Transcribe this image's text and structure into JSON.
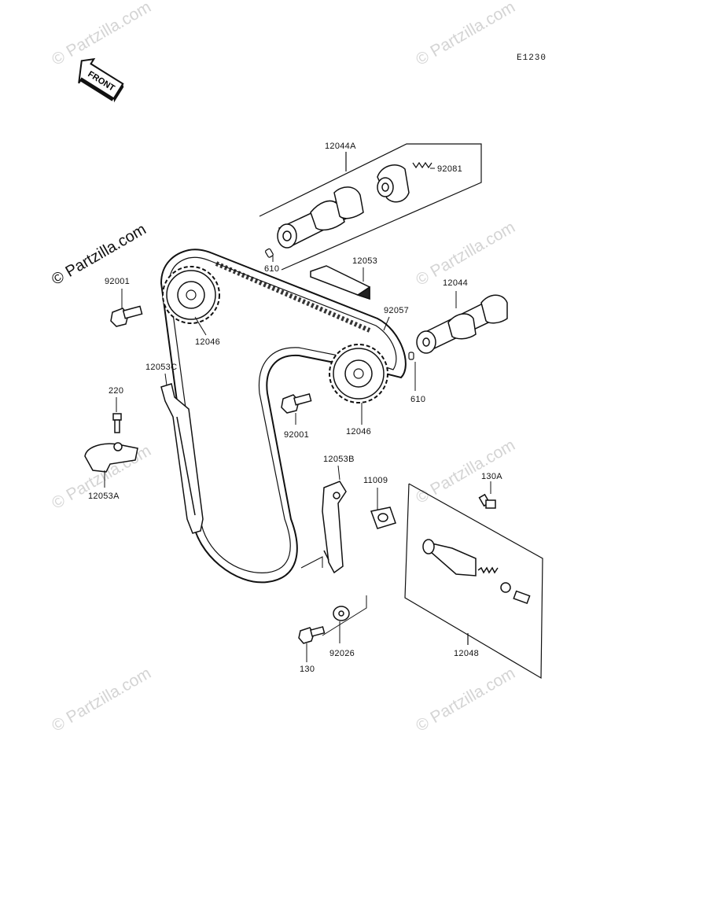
{
  "watermark": {
    "text": "© Partzilla.com",
    "main_text": "© Partzilla.com"
  },
  "diagram_code": "E1230",
  "front_label": "FRONT",
  "labels": {
    "l12044A": "12044A",
    "l92081": "92081",
    "l610a": "610",
    "l12053": "12053",
    "l12044": "12044",
    "l92001a": "92001",
    "l92057": "92057",
    "l12046a": "12046",
    "l12053C": "12053C",
    "l220": "220",
    "l610b": "610",
    "l92001b": "92001",
    "l12046b": "12046",
    "l12053A": "12053A",
    "l12053B": "12053B",
    "l11009": "11009",
    "l130A": "130A",
    "l92026": "92026",
    "l130": "130",
    "l12048": "12048"
  }
}
